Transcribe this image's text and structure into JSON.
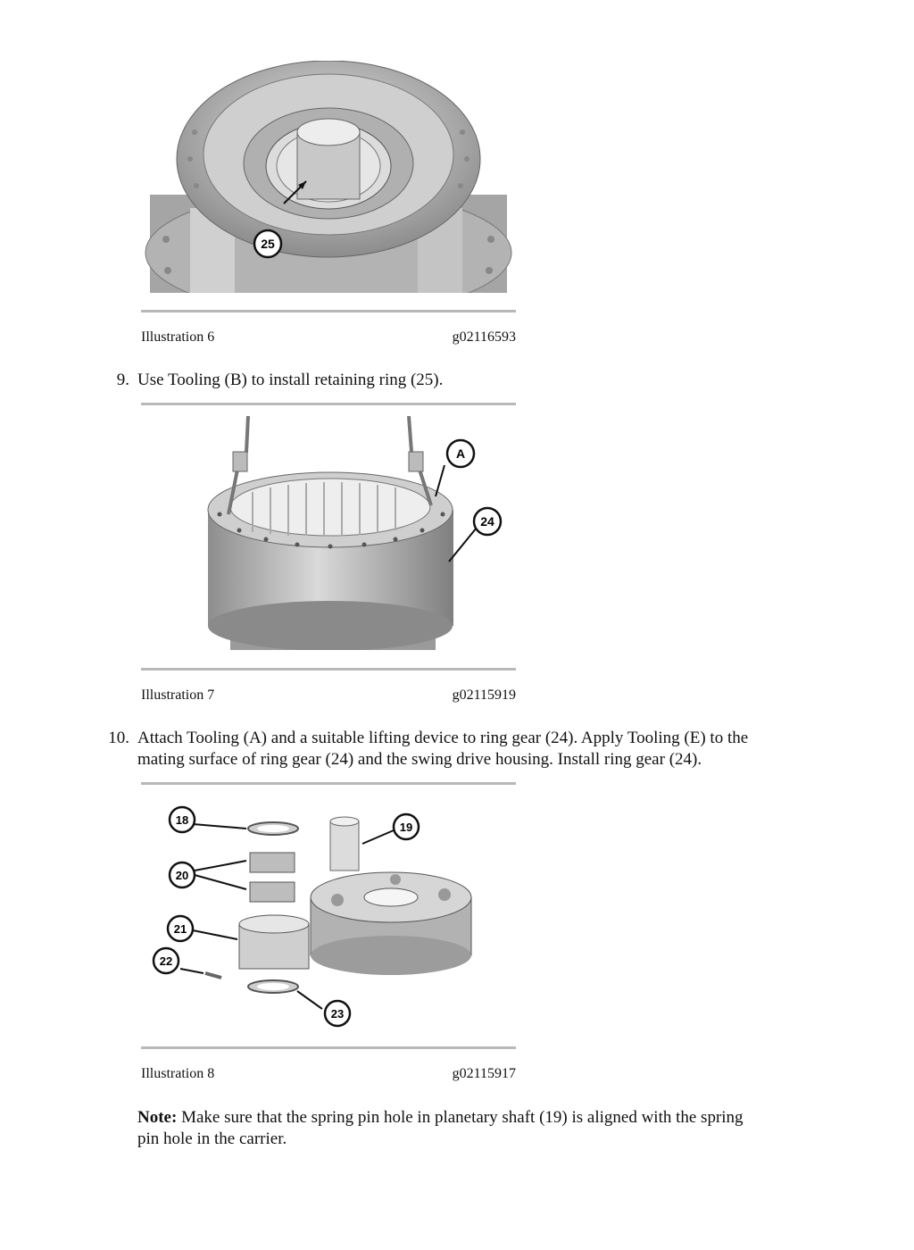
{
  "figures": [
    {
      "caption_label": "Illustration 6",
      "caption_id": "g02116593",
      "callouts": [
        "25"
      ]
    },
    {
      "caption_label": "Illustration 7",
      "caption_id": "g02115919",
      "callouts": [
        "A",
        "24"
      ]
    },
    {
      "caption_label": "Illustration 8",
      "caption_id": "g02115917",
      "callouts": [
        "18",
        "19",
        "20",
        "21",
        "22",
        "23"
      ]
    }
  ],
  "steps": [
    {
      "number": "9.",
      "text": "Use Tooling (B) to install retaining ring (25)."
    },
    {
      "number": "10.",
      "text_line1": "Attach Tooling (A) and a suitable lifting device to ring gear (24). Apply Tooling (E) to the",
      "text_line2": "mating surface of ring gear (24) and the swing drive housing. Install ring gear (24)."
    }
  ],
  "note": {
    "label": "Note:",
    "text": " Make sure that the spring pin hole in planetary shaft (19) is aligned with the spring",
    "text2": "pin hole in the carrier."
  }
}
